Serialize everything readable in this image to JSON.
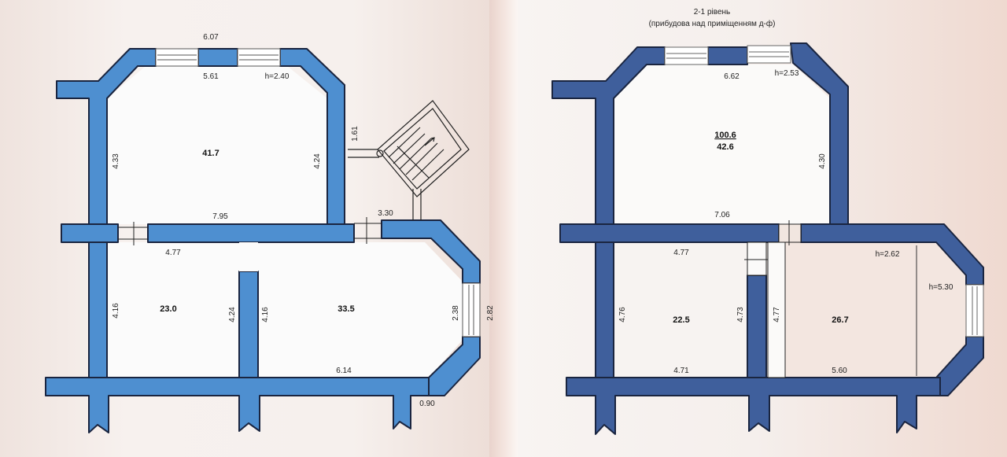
{
  "colors": {
    "wall_left": "#4e8fd0",
    "wall_right": "#3f5f9c",
    "wall_outline": "#1a2540",
    "room_fill": "#fbfaf9",
    "paper_tint": "#f1e2dc"
  },
  "plan_left": {
    "dimensions": {
      "top_outer": "6.07",
      "top_inner": "5.61",
      "window_height": "h=2.40",
      "stair_side": "1.61",
      "left_wall_upper": "4.33",
      "right_wall_upper": "4.24",
      "mid_wall": "7.95",
      "stair_door": "3.30",
      "room_lower_left_top": "4.77",
      "left_wall_lower": "4.16",
      "partition_left": "4.24",
      "partition_right": "4.16",
      "bay_inner": "2.38",
      "bay_outer": "2.82",
      "bottom_wall": "6.14",
      "corner": "0.90"
    },
    "rooms": [
      {
        "id": "upper",
        "area": "41.7"
      },
      {
        "id": "lower-left",
        "area": "23.0"
      },
      {
        "id": "lower-right",
        "area": "33.5"
      }
    ]
  },
  "plan_right": {
    "title": "2-1 рівень",
    "subtitle": "(прибудова над приміщенням д-ф)",
    "dimensions": {
      "top_inner": "6.62",
      "window_height": "h=2.53",
      "right_wall_upper": "4.30",
      "mid_wall": "7.06",
      "room_lower_left_top": "4.77",
      "left_wall_lower": "4.76",
      "partition_left": "4.73",
      "partition_right": "4.77",
      "bottom_left": "4.71",
      "bottom_right": "5.60",
      "height_low": "h=2.62",
      "height_high": "h=5.30"
    },
    "rooms": [
      {
        "id": "upper",
        "area_top": "100.6",
        "area": "42.6"
      },
      {
        "id": "lower-left",
        "area": "22.5"
      },
      {
        "id": "lower-right",
        "area": "26.7"
      }
    ]
  }
}
